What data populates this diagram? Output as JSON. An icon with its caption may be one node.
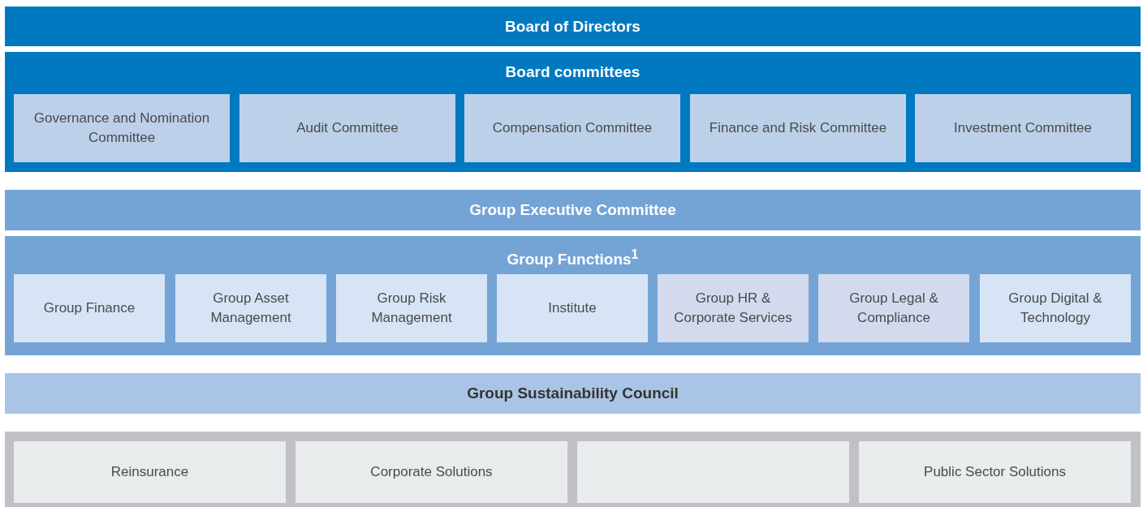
{
  "diagram": {
    "nodes": [
      {
        "text": [
          "Board of Directors"
        ]
      },
      {
        "text": [
          "Board committees"
        ]
      },
      {
        "text": [
          "Governance and Nomination Committee"
        ],
        "in": 1
      },
      {
        "text": [
          "Audit Committee"
        ],
        "in": 1
      },
      {
        "text": [
          "Compensation Committee"
        ],
        "in": 1
      },
      {
        "text": [
          "Finance and Risk Committee"
        ],
        "in": 1
      },
      {
        "text": [
          "Investment Committee"
        ],
        "in": 1
      },
      {
        "text": [
          "Group Executive Committee"
        ]
      },
      {
        "text": [
          "Group Functions$^{1}$"
        ]
      },
      {
        "text": [
          "Group Finance"
        ],
        "in": 8
      },
      {
        "text": [
          "Group Asset Management"
        ],
        "in": 8
      },
      {
        "text": [
          "Group Risk Management"
        ],
        "in": 8
      },
      {
        "text": [
          "Institute"
        ],
        "in": 8
      },
      {
        "text": [
          "Group HR & Corporate Services"
        ],
        "in": 8
      },
      {
        "text": [
          "Group Legal & Compliance"
        ],
        "in": 8
      },
      {
        "text": [
          "Group Digital & Technology"
        ],
        "in": 8
      },
      {
        "text": [
          "Group Sustainability Council"
        ]
      },
      {
        "text": [],
        "shape": "box"
      },
      {
        "text": [
          "Reinsurance"
        ],
        "in": 17
      },
      {
        "text": [
          "Corporate Solutions"
        ],
        "in": 17
      },
      {
        "text": [],
        "shape": "box",
        "in": 17
      },
      {
        "text": [
          "Public Sector Solutions"
        ],
        "in": 17
      }
    ],
    "edges": []
  }
}
